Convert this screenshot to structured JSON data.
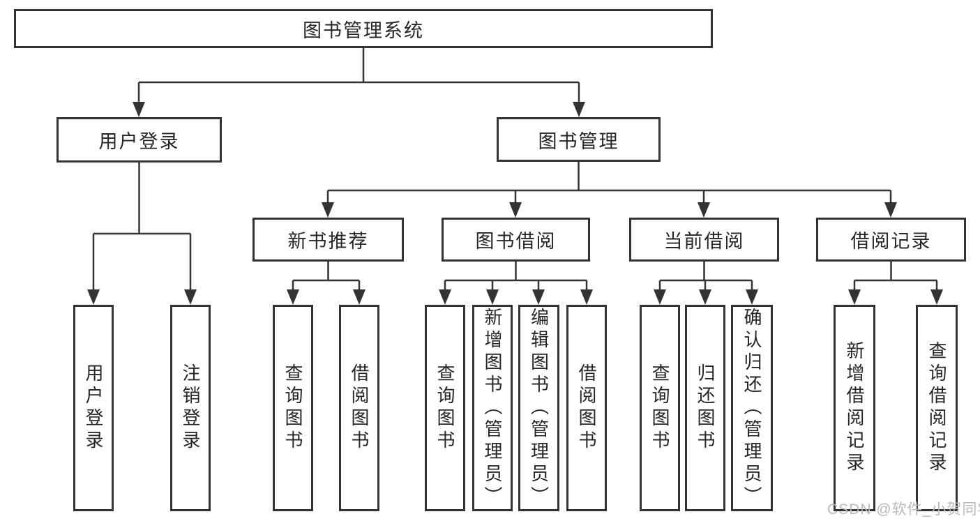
{
  "diagram": {
    "root": {
      "label": "图书管理系统"
    },
    "level2": {
      "user_login": {
        "label": "用户登录"
      },
      "book_management": {
        "label": "图书管理"
      }
    },
    "level3": {
      "new_book_recommend": {
        "label": "新书推荐"
      },
      "book_borrowing": {
        "label": "图书借阅"
      },
      "current_borrowing": {
        "label": "当前借阅"
      },
      "borrowing_records": {
        "label": "借阅记录"
      }
    },
    "level4": {
      "user_login_leaf": {
        "label": "用户登录"
      },
      "logout": {
        "label": "注销登录"
      },
      "query_books_recommend": {
        "label": "查询图书"
      },
      "borrow_books_recommend": {
        "label": "借阅图书"
      },
      "query_books_borrowing": {
        "label": "查询图书"
      },
      "add_books_admin": {
        "label": "新增图书（管理员）"
      },
      "edit_books_admin": {
        "label": "编辑图书（管理员）"
      },
      "borrow_books_borrowing": {
        "label": "借阅图书"
      },
      "query_books_current": {
        "label": "查询图书"
      },
      "return_books": {
        "label": "归还图书"
      },
      "confirm_return_admin": {
        "label": "确认归还（管理员）"
      },
      "add_borrow_record": {
        "label": "新增借阅记录"
      },
      "query_borrow_record": {
        "label": "查询借阅记录"
      }
    }
  },
  "watermark": {
    "text": "CSDN @软件_小贺同学"
  },
  "colors": {
    "line": "#333333",
    "text": "#262626",
    "background": "#ffffff",
    "watermark": "#b9b9b9"
  }
}
